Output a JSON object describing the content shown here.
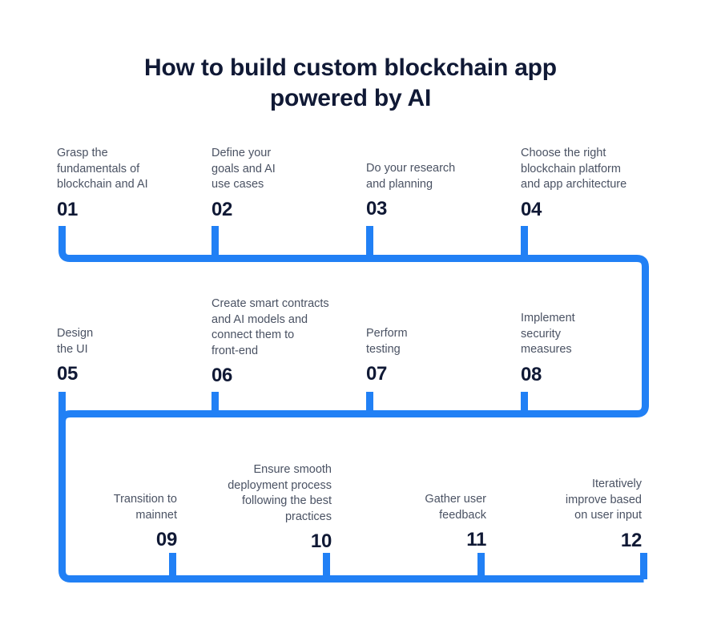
{
  "title": {
    "line1": "How to build custom blockchain app",
    "line2": "powered by AI"
  },
  "colors": {
    "accent": "#2180f5",
    "heading": "#101935",
    "body_text": "#4a5263",
    "background": "#ffffff"
  },
  "diagram": {
    "type": "snake-timeline",
    "rows": 3,
    "steps_per_row": 4,
    "total_steps": 12
  },
  "steps": [
    {
      "number": "01",
      "desc": "Grasp the\nfundamentals of\nblockchain and AI",
      "row": 1,
      "align": "left"
    },
    {
      "number": "02",
      "desc": "Define your\ngoals and AI\nuse cases",
      "row": 1,
      "align": "left"
    },
    {
      "number": "03",
      "desc": "Do your research\nand planning",
      "row": 1,
      "align": "left"
    },
    {
      "number": "04",
      "desc": "Choose the right\nblockchain platform\nand app architecture",
      "row": 1,
      "align": "left"
    },
    {
      "number": "05",
      "desc": "Design\nthe UI",
      "row": 2,
      "align": "left"
    },
    {
      "number": "06",
      "desc": "Create smart contracts\nand AI models and\nconnect them to\nfront-end",
      "row": 2,
      "align": "left"
    },
    {
      "number": "07",
      "desc": "Perform\ntesting",
      "row": 2,
      "align": "left"
    },
    {
      "number": "08",
      "desc": "Implement\nsecurity\nmeasures",
      "row": 2,
      "align": "left"
    },
    {
      "number": "09",
      "desc": "Transition to\nmainnet",
      "row": 3,
      "align": "right"
    },
    {
      "number": "10",
      "desc": "Ensure smooth\ndeployment process\nfollowing the best\npractices",
      "row": 3,
      "align": "right"
    },
    {
      "number": "11",
      "desc": "Gather user\nfeedback",
      "row": 3,
      "align": "right"
    },
    {
      "number": "12",
      "desc": "Iteratively\nimprove based\non user input",
      "row": 3,
      "align": "right"
    }
  ]
}
